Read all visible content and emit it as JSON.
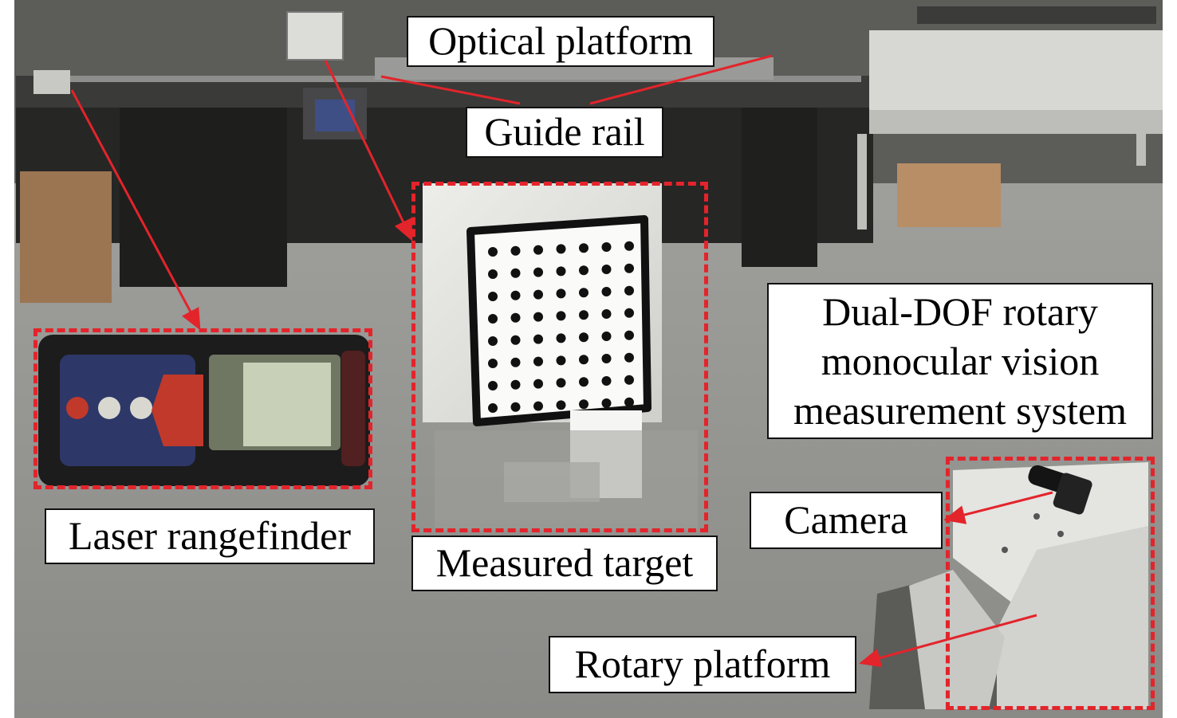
{
  "figure": {
    "labels": {
      "optical_platform": "Optical platform",
      "guide_rail": "Guide rail",
      "system_lines": [
        "Dual-DOF rotary",
        "monocular vision",
        "measurement system"
      ],
      "camera": "Camera",
      "laser_rangefinder": "Laser rangefinder",
      "measured_target": "Measured target",
      "rotary_platform": "Rotary platform"
    },
    "colors": {
      "annotation_red": "#e3242b",
      "floor_gray": "#8e8e8b",
      "bench_dark": "#2b2b2b",
      "board_white": "#e8e8e4",
      "label_bg": "#ffffff"
    }
  }
}
